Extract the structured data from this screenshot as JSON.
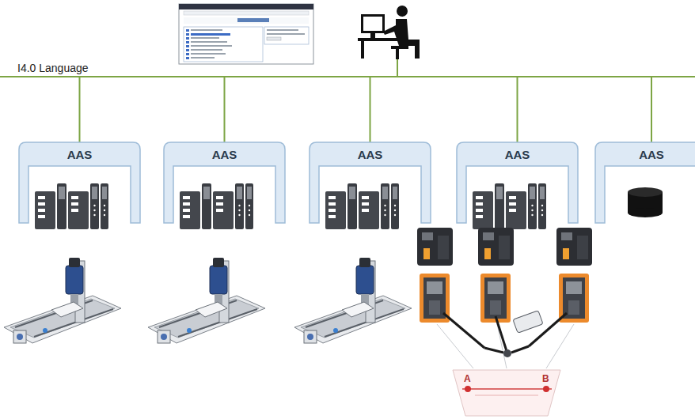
{
  "diagram": {
    "nodes": [
      {
        "text": [
          "I4.0 Language"
        ]
      },
      {
        "text": [
          "AAS"
        ]
      },
      {
        "text": [
          "AAS"
        ]
      },
      {
        "text": [
          "AAS"
        ]
      },
      {
        "text": [
          "AAS"
        ]
      },
      {
        "text": [
          "AAS"
        ]
      }
    ],
    "edges": [
      {
        "from": 1,
        "to": 0,
        "arrow": "none"
      },
      {
        "from": 2,
        "to": 0,
        "arrow": "none"
      },
      {
        "from": 3,
        "to": 0,
        "arrow": "none"
      },
      {
        "from": 4,
        "to": 0,
        "arrow": "none"
      },
      {
        "from": 5,
        "to": 0,
        "arrow": "none"
      }
    ],
    "labels": [
      "A",
      "B"
    ]
  }
}
